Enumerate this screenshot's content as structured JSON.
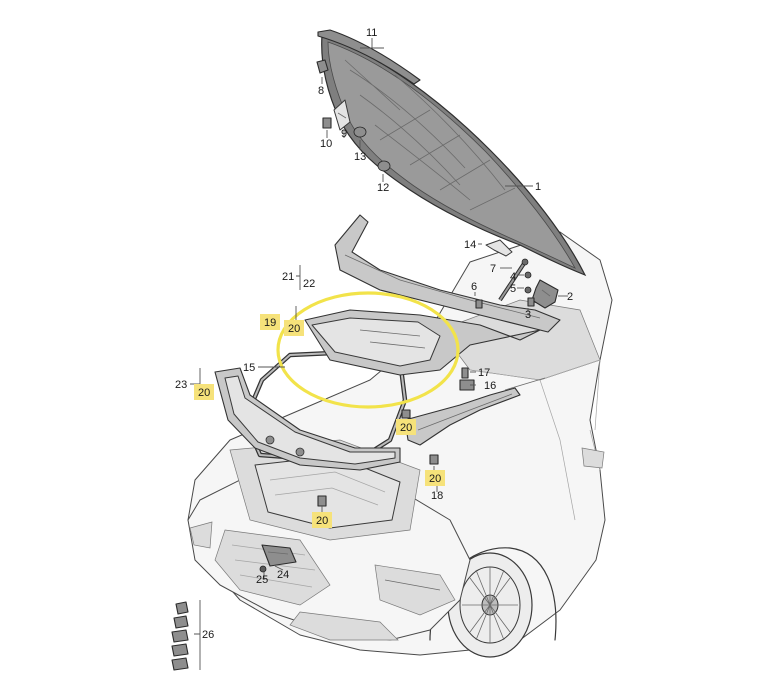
{
  "colors": {
    "highlight": "#f2e34a",
    "label_box": "#f6e27a",
    "line": "#3a3a3a"
  },
  "callouts": {
    "c1": "1",
    "c2": "2",
    "c3": "3",
    "c4": "4",
    "c5": "5",
    "c6": "6",
    "c7": "7",
    "c8": "8",
    "c9": "9",
    "c10": "10",
    "c11": "11",
    "c12": "12",
    "c13": "13",
    "c14": "14",
    "c15": "15",
    "c16": "16",
    "c17": "17",
    "c18": "18",
    "c19": "19",
    "c20a": "20",
    "c20b": "20",
    "c20c": "20",
    "c20d": "20",
    "c20e": "20",
    "c21": "21",
    "c22": "22",
    "c23": "23",
    "c24": "24",
    "c25": "25",
    "c26": "26"
  }
}
